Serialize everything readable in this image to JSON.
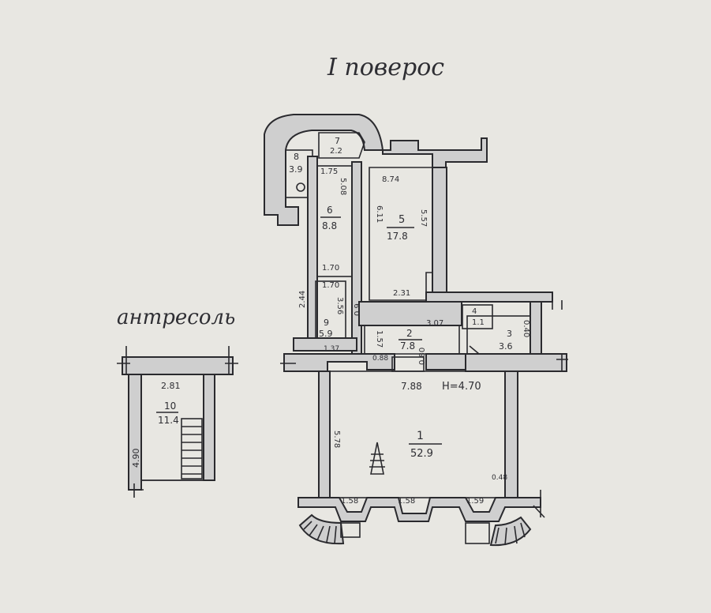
{
  "floor_title": "I поверос",
  "mezzanine_title": "антресоль",
  "ceiling_height": "H=4.70",
  "rooms": [
    {
      "num": "1",
      "area": "52.9"
    },
    {
      "num": "2",
      "area": "7.8"
    },
    {
      "num": "3",
      "area": "3.6"
    },
    {
      "num": "4",
      "area": "1.1"
    },
    {
      "num": "5",
      "area": "17.8"
    },
    {
      "num": "6",
      "area": "8.8"
    },
    {
      "num": "7",
      "area": "2.2"
    },
    {
      "num": "8",
      "area": "3.9"
    },
    {
      "num": "9",
      "area": "5.9"
    },
    {
      "num": "10",
      "area": "11.4"
    }
  ],
  "dims": {
    "d_8_74": "8.74",
    "d_6_11": "6.11",
    "d_5_57": "5.57",
    "d_2_31": "2.31",
    "d_1_75": "1.75",
    "d_5_08": "5.08",
    "d_1_70a": "1.70",
    "d_1_70b": "1.70",
    "d_2_44": "2.44",
    "d_3_56": "3.56",
    "d_1_37": "1.37",
    "d_1_57": "1.57",
    "d_0_9": "0.9",
    "d_3_07": "3.07",
    "d_0_88": "0.88",
    "d_0_80": "0.80",
    "d_7_88": "7.88",
    "d_5_78": "5.78",
    "d_0_48": "0.48",
    "d_1_58a": "1.58",
    "d_1_58b": "1.58",
    "d_1_59": "1.59",
    "d_0_40": "0.40",
    "d_2_81": "2.81",
    "d_4_90": "4.90"
  }
}
